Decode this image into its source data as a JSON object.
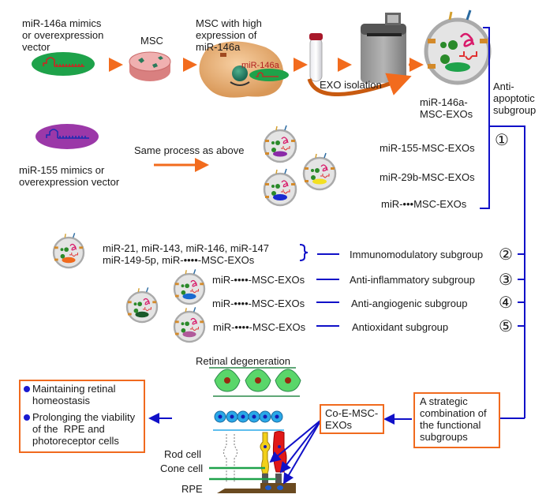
{
  "top_row": {
    "mimic_146a_label": "miR-146a mimics or overexpression vector",
    "msc_label": "MSC",
    "msc_high_label": "MSC with high expression of miR-146a",
    "cell_mirna_label": "miR-146a",
    "exo_isolation_label": "EXO isolation",
    "exo_146a_label": "miR-146a-MSC-EXOs"
  },
  "second_row": {
    "mimic_155_label": "miR-155 mimics or overexpression vector",
    "same_process_label": "Same process as above",
    "exo_labels": [
      "miR-155-MSC-EXOs",
      "miR-29b-MSC-EXOs",
      "miR-•••MSC-EXOs"
    ]
  },
  "subgroups": [
    {
      "number": "①",
      "label": "Anti-apoptotic subgroup"
    },
    {
      "number": "②",
      "label": "Immunomodulatory subgroup",
      "exo_label": "miR-21, miR-143, miR-146, miR-147 miR-149-5p, miR-••••-MSC-EXOs"
    },
    {
      "number": "③",
      "label": "Anti-inflammatory subgroup",
      "exo_label": "miR-••••-MSC-EXOs"
    },
    {
      "number": "④",
      "label": "Anti-angiogenic subgroup",
      "exo_label": "miR-••••-MSC-EXOs"
    },
    {
      "number": "⑤",
      "label": "Antioxidant subgroup",
      "exo_label": "miR-••••-MSC-EXOs"
    }
  ],
  "bottom": {
    "strategic_box": "A strategic combination of the functional subgroups",
    "coe_box": "Co-E-MSC-EXOs",
    "retina_title": "Retinal degeneration",
    "rod_label": "Rod cell",
    "cone_label": "Cone cell",
    "rpe_label": "RPE",
    "outcomes": [
      "Maintaining retinal homeostasis",
      "Prolonging the viability of the  RPE and photoreceptor cells"
    ]
  },
  "colors": {
    "arrow_orange": "#f26b1d",
    "bracket_blue": "#1010c8",
    "box_orange": "#f06a1e",
    "vector_green": "#1ea24a",
    "vector_purple": "#9b38a8",
    "mirna_red": "#d42020",
    "mirna_blue": "#1a2ab0"
  }
}
